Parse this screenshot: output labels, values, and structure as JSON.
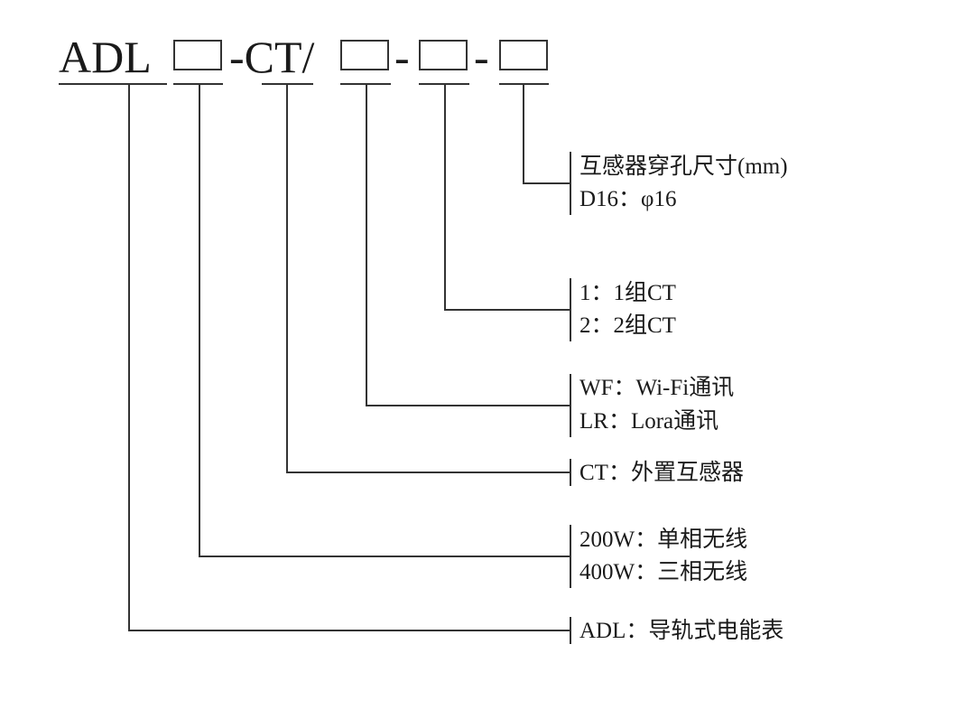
{
  "model": {
    "prefix": "ADL",
    "seg_ct": "-CT/",
    "dash1": "-",
    "dash2": "-"
  },
  "groups": {
    "hole_size": [
      "互感器穿孔尺寸(mm)",
      "D16：φ16"
    ],
    "ct_groups": [
      "1：1组CT",
      "2：2组CT"
    ],
    "comm": [
      "WF：Wi-Fi通讯",
      "LR：Lora通讯"
    ],
    "ct": [
      "CT：外置互感器"
    ],
    "power": [
      "200W：单相无线",
      "400W：三相无线"
    ],
    "adl": [
      "ADL：导轨式电能表"
    ]
  },
  "colors": {
    "line": "#333333",
    "text": "#1a1a1a"
  }
}
